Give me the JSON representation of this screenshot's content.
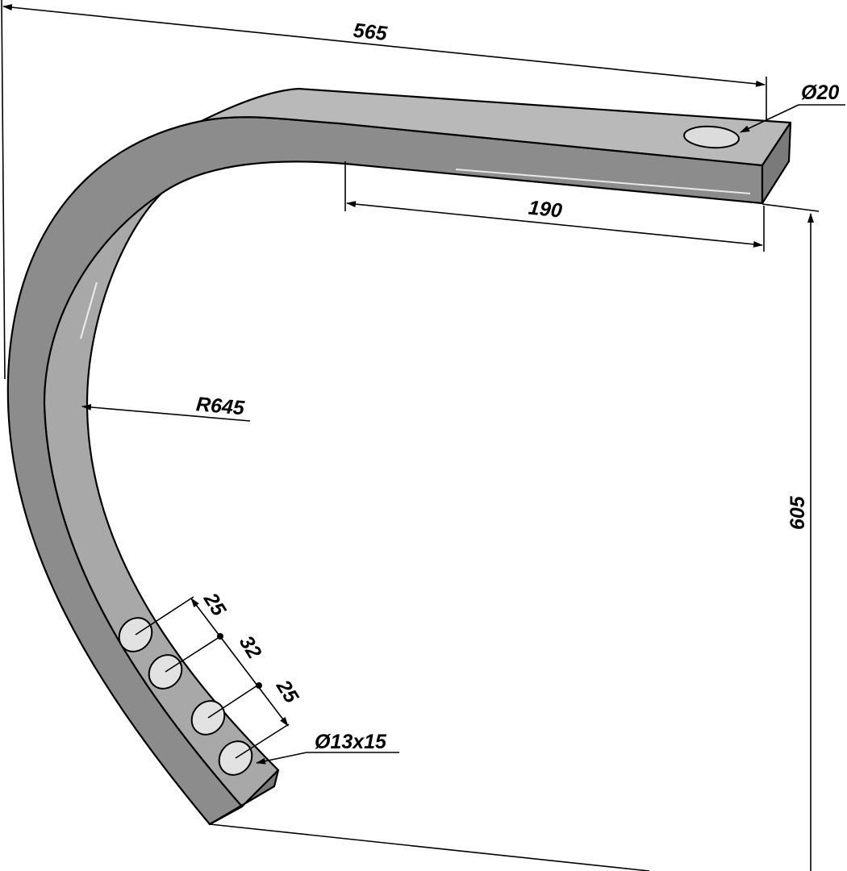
{
  "title": "Curved tine technical drawing",
  "dimensions": {
    "overall_length": "565",
    "mount_hole": "Ø20",
    "straight_length": "190",
    "radius": "R645",
    "height": "605",
    "hole_spacing_1": "25",
    "hole_spacing_2": "32",
    "hole_spacing_3": "25",
    "slot_holes": "Ø13x15"
  },
  "colors": {
    "top_face": "#b9b9b9",
    "side_face": "#8c8c8c",
    "inner_face": "#a8a8a8",
    "outline": "#000000"
  }
}
